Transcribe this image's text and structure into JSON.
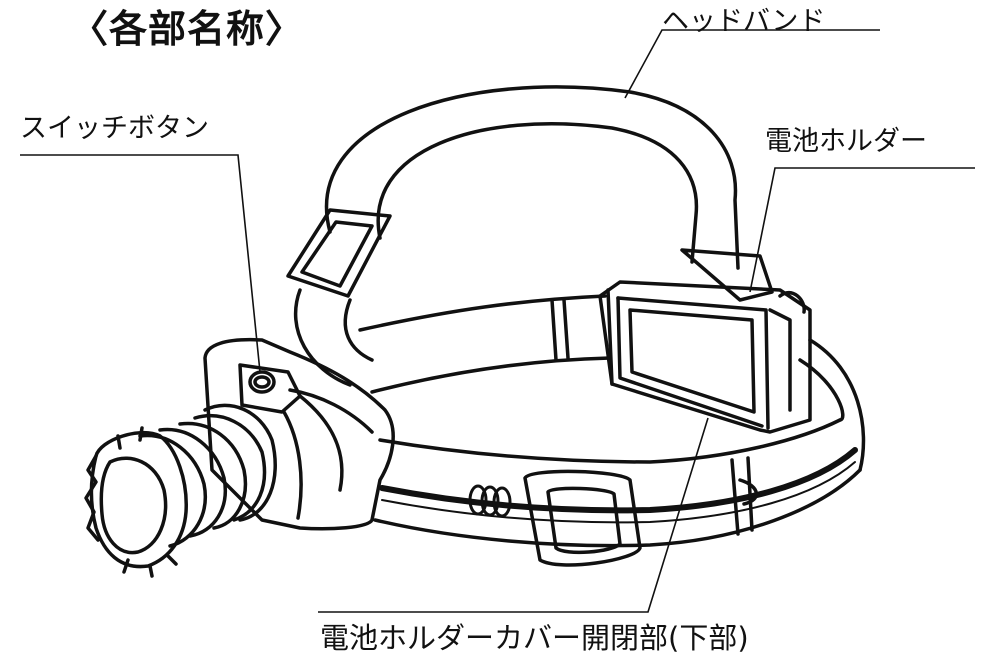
{
  "title": "〈各部名称〉",
  "labels": {
    "headband": "ヘッドバンド",
    "switch_button": "スイッチボタン",
    "battery_holder": "電池ホルダー",
    "battery_cover_opening": "電池ホルダーカバー開閉部(下部)"
  },
  "colors": {
    "line": "#111111",
    "background": "#ffffff"
  }
}
